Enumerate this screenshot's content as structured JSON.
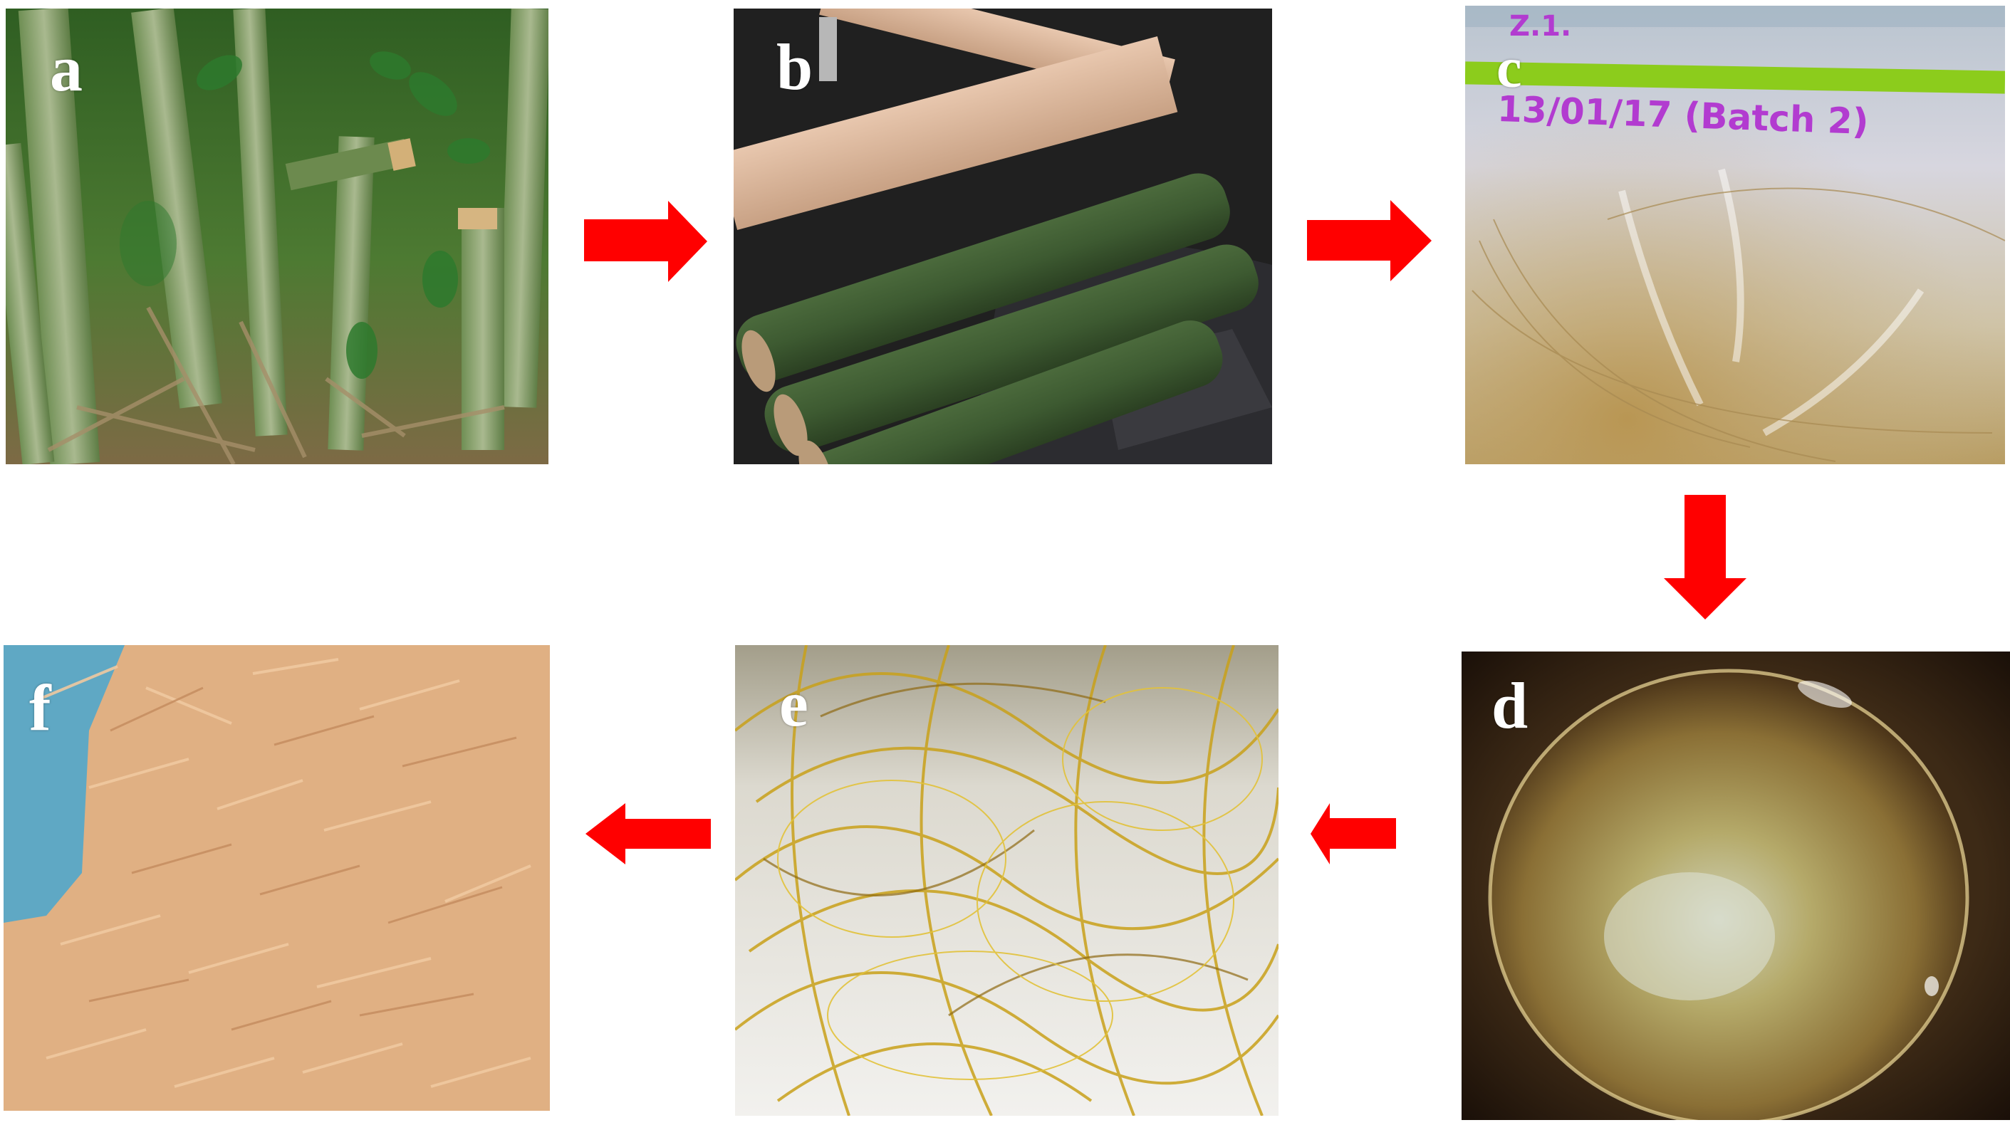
{
  "figure": {
    "description": "Process flow of bamboo fiber extraction",
    "arrow_color": "#ff0000",
    "label_color": "#ffffff",
    "panels": [
      {
        "id": "a",
        "label": "a",
        "subject": "standing bamboo culms in a grove, some cut"
      },
      {
        "id": "b",
        "label": "b",
        "subject": "cut green bamboo sections stacked on black plastic"
      },
      {
        "id": "c",
        "label": "c",
        "subject": "extracted fibers in a labeled plastic zip bag",
        "handwriting": {
          "top": "Z.1.",
          "line": "13/01/17 (Batch 2)"
        }
      },
      {
        "id": "d",
        "label": "d",
        "subject": "fibers soaking in a metal bowl of liquid"
      },
      {
        "id": "e",
        "label": "e",
        "subject": "treated yellow bamboo fibers"
      },
      {
        "id": "f",
        "label": "f",
        "subject": "short chopped bamboo fibers"
      }
    ],
    "flow": [
      {
        "from": "a",
        "to": "b",
        "direction": "right"
      },
      {
        "from": "b",
        "to": "c",
        "direction": "right"
      },
      {
        "from": "c",
        "to": "d",
        "direction": "down"
      },
      {
        "from": "d",
        "to": "e",
        "direction": "left"
      },
      {
        "from": "e",
        "to": "f",
        "direction": "left"
      }
    ]
  }
}
